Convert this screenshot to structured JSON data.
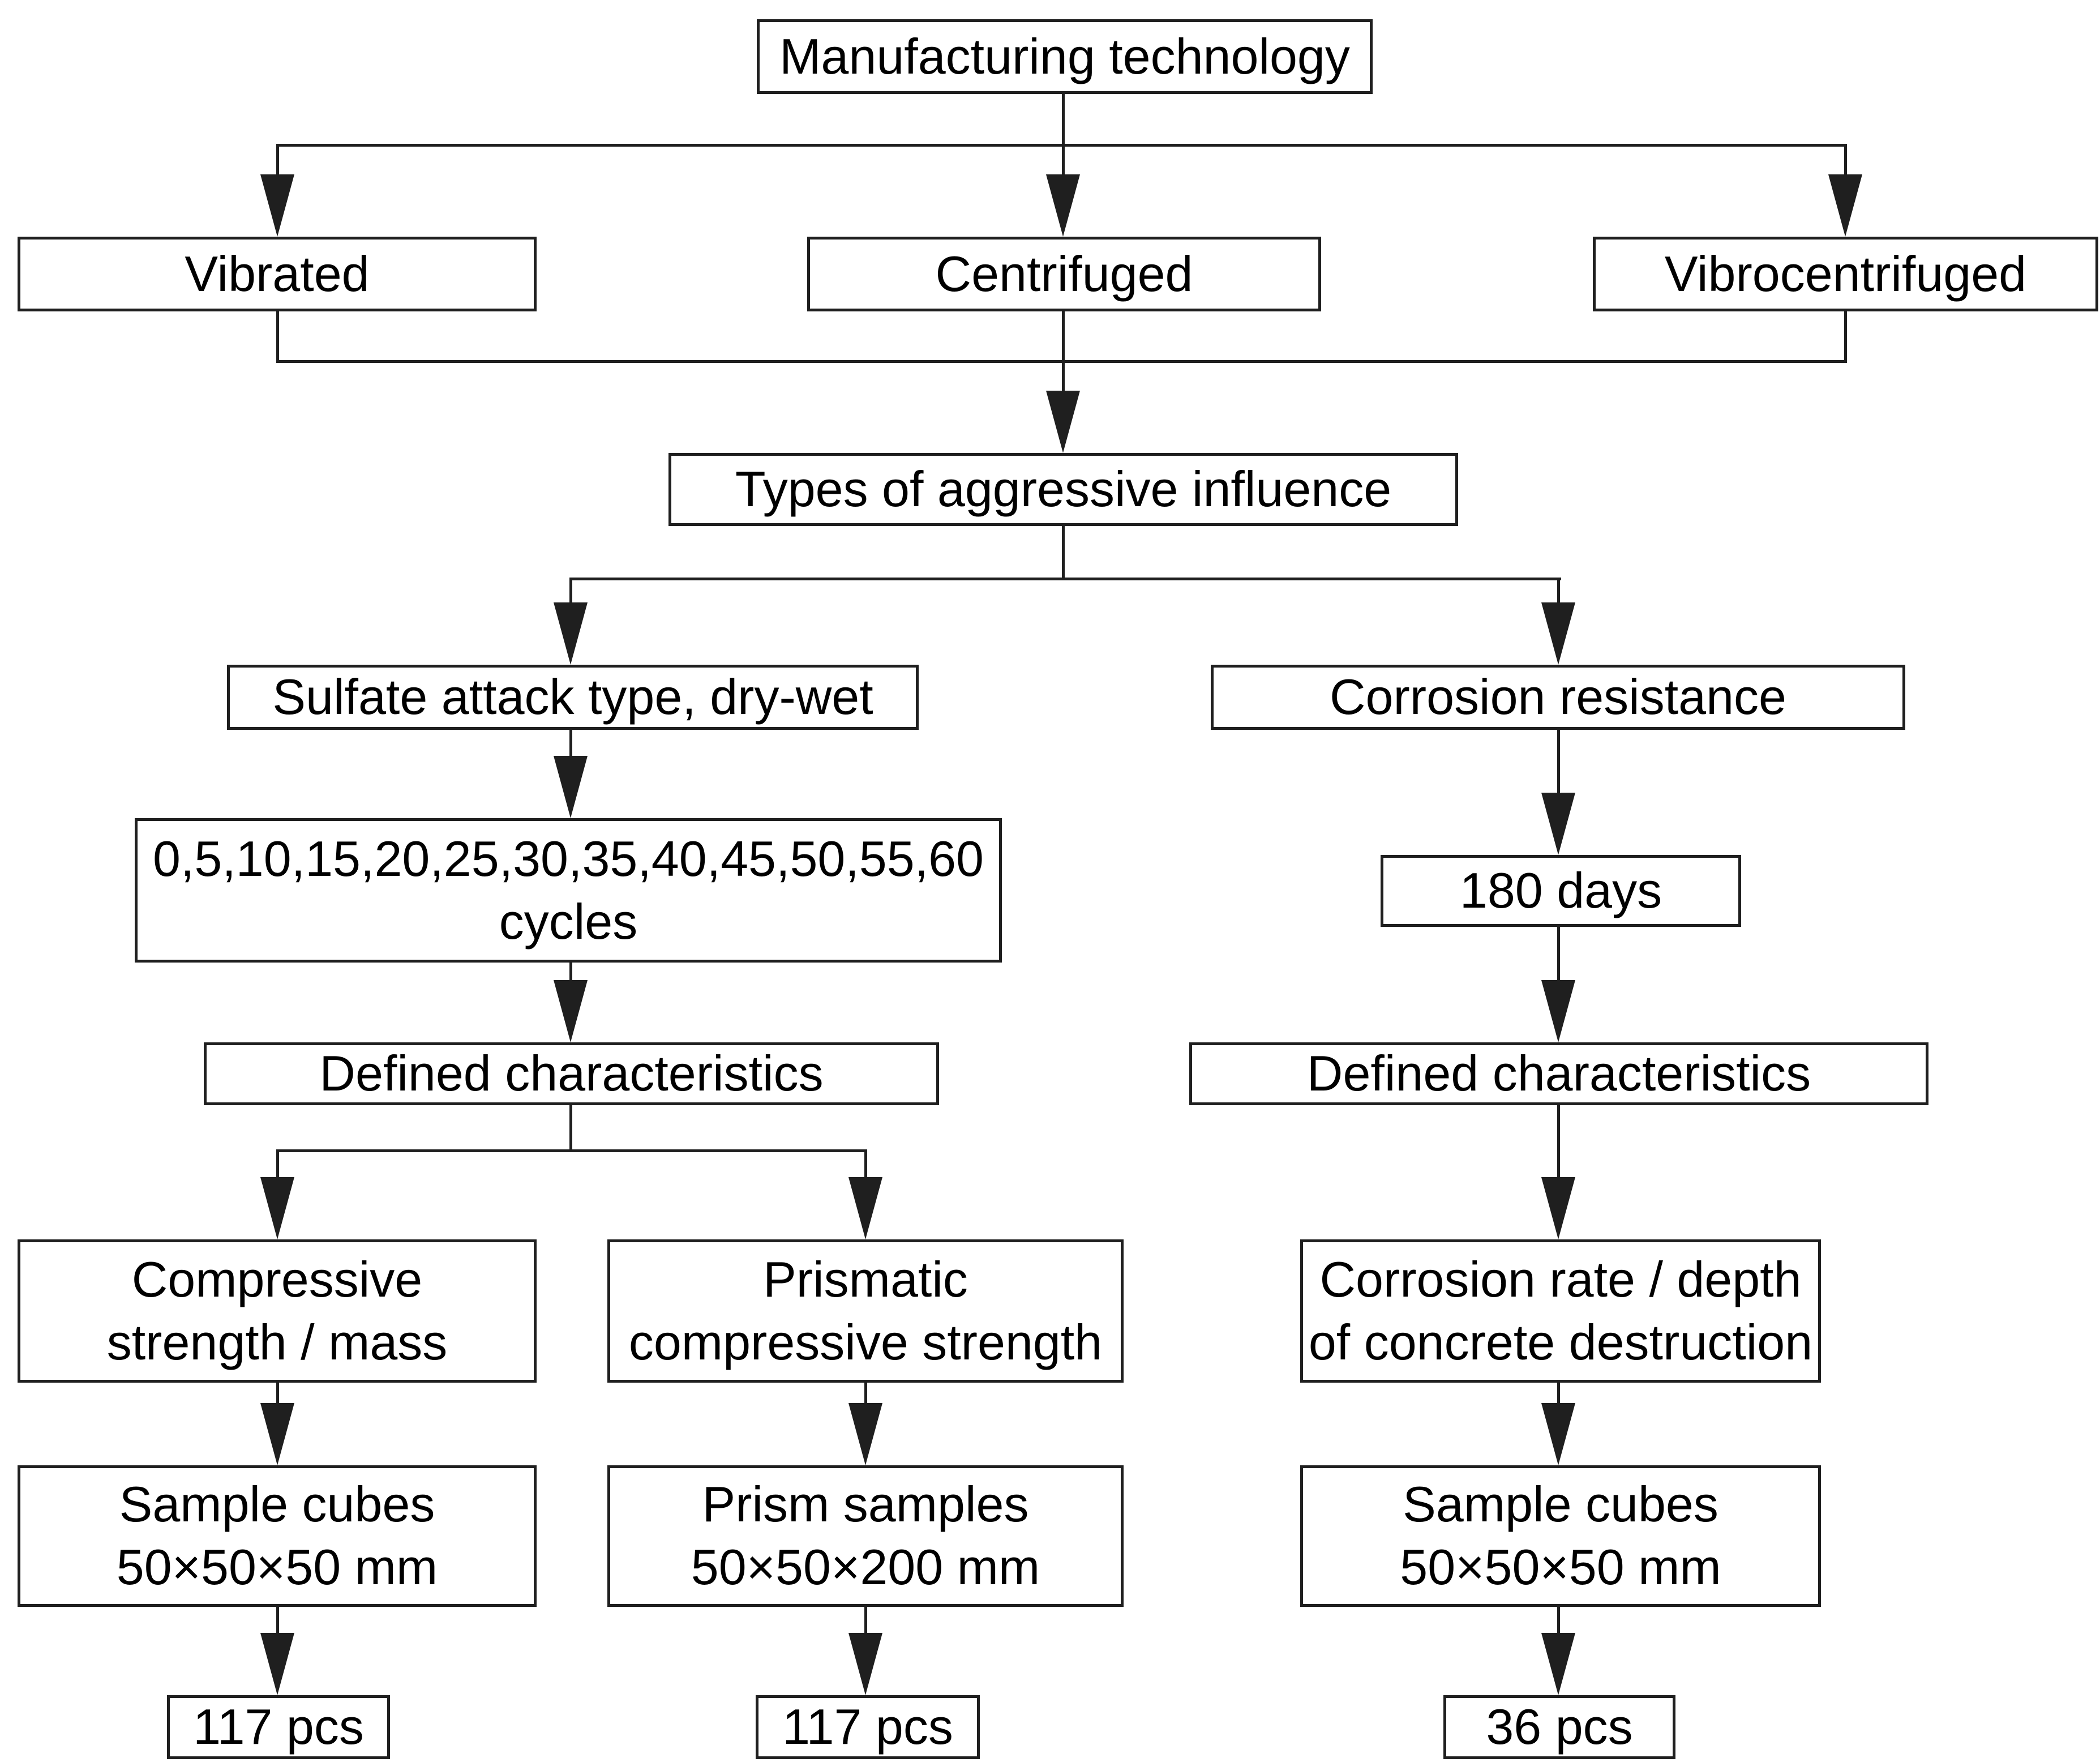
{
  "colors": {
    "line": "#1f1f1f",
    "background": "#ffffff",
    "text": "#000000"
  },
  "nodes": {
    "manufacturing_technology": "Manufacturing technology",
    "vibrated": "Vibrated",
    "centrifuged": "Centrifuged",
    "vibrocentrifuged": "Vibrocentrifuged",
    "types_of_aggressive_influence": "Types of aggressive influence",
    "sulfate_attack": "Sulfate attack type, dry-wet",
    "corrosion_resistance": "Corrosion resistance",
    "cycles": "0,5,10,15,20,25,30,35,40,45,50,55,60\ncycles",
    "days_180": "180 days",
    "defined_characteristics_left": "Defined characteristics",
    "defined_characteristics_right": "Defined characteristics",
    "compressive_strength_mass": "Compressive\nstrength / mass",
    "prismatic_compressive_strength": "Prismatic\ncompressive strength",
    "corrosion_rate_depth": "Corrosion rate / depth\nof concrete destruction",
    "sample_cubes_small_left": "Sample cubes\n50×50×50 mm",
    "prism_samples": "Prism samples\n50×50×200 mm",
    "sample_cubes_small_right": "Sample cubes\n50×50×50 mm",
    "pcs_117_left": "117 pcs",
    "pcs_117_mid": "117 pcs",
    "pcs_36": "36 pcs"
  },
  "edges": [
    [
      "manufacturing_technology",
      "vibrated"
    ],
    [
      "manufacturing_technology",
      "centrifuged"
    ],
    [
      "manufacturing_technology",
      "vibrocentrifuged"
    ],
    [
      "vibrated",
      "types_of_aggressive_influence"
    ],
    [
      "centrifuged",
      "types_of_aggressive_influence"
    ],
    [
      "vibrocentrifuged",
      "types_of_aggressive_influence"
    ],
    [
      "types_of_aggressive_influence",
      "sulfate_attack"
    ],
    [
      "types_of_aggressive_influence",
      "corrosion_resistance"
    ],
    [
      "sulfate_attack",
      "cycles"
    ],
    [
      "cycles",
      "defined_characteristics_left"
    ],
    [
      "defined_characteristics_left",
      "compressive_strength_mass"
    ],
    [
      "defined_characteristics_left",
      "prismatic_compressive_strength"
    ],
    [
      "compressive_strength_mass",
      "sample_cubes_small_left"
    ],
    [
      "prismatic_compressive_strength",
      "prism_samples"
    ],
    [
      "sample_cubes_small_left",
      "pcs_117_left"
    ],
    [
      "prism_samples",
      "pcs_117_mid"
    ],
    [
      "corrosion_resistance",
      "days_180"
    ],
    [
      "days_180",
      "defined_characteristics_right"
    ],
    [
      "defined_characteristics_right",
      "corrosion_rate_depth"
    ],
    [
      "corrosion_rate_depth",
      "sample_cubes_small_right"
    ],
    [
      "sample_cubes_small_right",
      "pcs_36"
    ]
  ]
}
